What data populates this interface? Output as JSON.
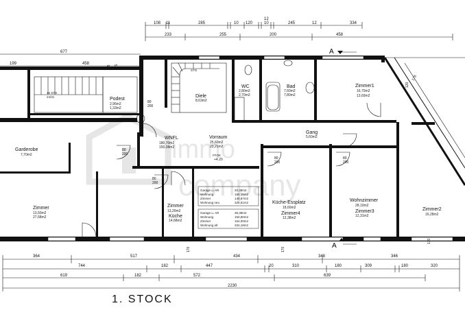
{
  "caption": "1. STOCK",
  "watermark": {
    "line1": "immo",
    "line2": "company"
  },
  "section_marker": "A",
  "rooms": {
    "stg": "STG",
    "diele": {
      "name": "Diele",
      "area": "8,63m2"
    },
    "wc": {
      "name": "WC",
      "area1": "2,80m2",
      "area2": "2,70m2"
    },
    "bad": {
      "name": "Bad",
      "area1": "7,60m2",
      "area2": "7,80m2"
    },
    "zimmer1": {
      "name": "Zimmer1",
      "area1": "16,70m2",
      "area2": "13,69m2"
    },
    "podest": {
      "name": "Podest",
      "area1": "2,96m2",
      "area2": "1,33m2"
    },
    "stg_left": {
      "name": "16 STG",
      "sub": "24/31"
    },
    "wnfl": {
      "name": "WNFL",
      "area1": "180,70m2",
      "area2": "150,08m2"
    },
    "vorraum": {
      "name": "Vorraum",
      "area1": "25,60m2",
      "area2": "23,21m2"
    },
    "gang": {
      "name": "Gang",
      "area": "5,60m2"
    },
    "garderobe": {
      "name": "Garderobe",
      "area": "7,70m2"
    },
    "zimmer_left": {
      "name": "Zimmer",
      "area1": "13,50m2",
      "area2": "27,68m2"
    },
    "zimmer_kueche": {
      "name": "Zimmer",
      "area1": "13,20m2",
      "sub": "Küche",
      "area2": "14,68m2"
    },
    "kueche_essplatz": {
      "name": "Küche-Essplatz",
      "area1": "18,60m2",
      "sub": "Zimmer4",
      "area2": "12,38m2"
    },
    "wohnzimmer": {
      "name": "Wohnzimmer",
      "area1": "28,10m2",
      "sub": "Zimmer3",
      "area2": "12,31m2"
    },
    "zimmer2": {
      "name": "Zimmer2",
      "area": "16,28m2"
    },
    "ffok": "FFOK",
    "ffok_value": "+4.20"
  },
  "area_table_1": {
    "rows": [
      [
        "Garage u. AR",
        "20,39m2"
      ],
      [
        "Wohnung",
        "150,15m2"
      ],
      [
        "Zimmer",
        "140,87m2"
      ],
      [
        "Wohnung neu",
        "325,51m2"
      ]
    ]
  },
  "area_table_2": {
    "rows": [
      [
        "Garage u. AR",
        "38,39m2"
      ],
      [
        "Wohnung",
        "150,80m2"
      ],
      [
        "Zimmer",
        "154,00m2"
      ],
      [
        "Wohnung alt",
        "334,18m2"
      ]
    ]
  },
  "top_dims_row1": [
    "108",
    "11",
    "285",
    "10",
    "120",
    "12",
    "10",
    "245",
    "12",
    "334"
  ],
  "top_dims_row2": [
    "233",
    "255",
    "200",
    "458"
  ],
  "left_top_dims": [
    "677",
    "199",
    "458",
    "55",
    "175"
  ],
  "wall_dims": [
    "80",
    "200",
    "80",
    "200",
    "80",
    "200",
    "80",
    "200",
    "80",
    "200",
    "120",
    "170",
    "170",
    "170"
  ],
  "bottom_dims_row1": [
    "364",
    "517",
    "434",
    "348",
    "346"
  ],
  "bottom_dims_row2": [
    "744",
    "182",
    "447",
    "20",
    "310",
    "180",
    "309",
    "180",
    "320"
  ],
  "bottom_dims_row3": [
    "619",
    "182",
    "572",
    "639"
  ],
  "bottom_total": "2230",
  "diag_dim": "178"
}
